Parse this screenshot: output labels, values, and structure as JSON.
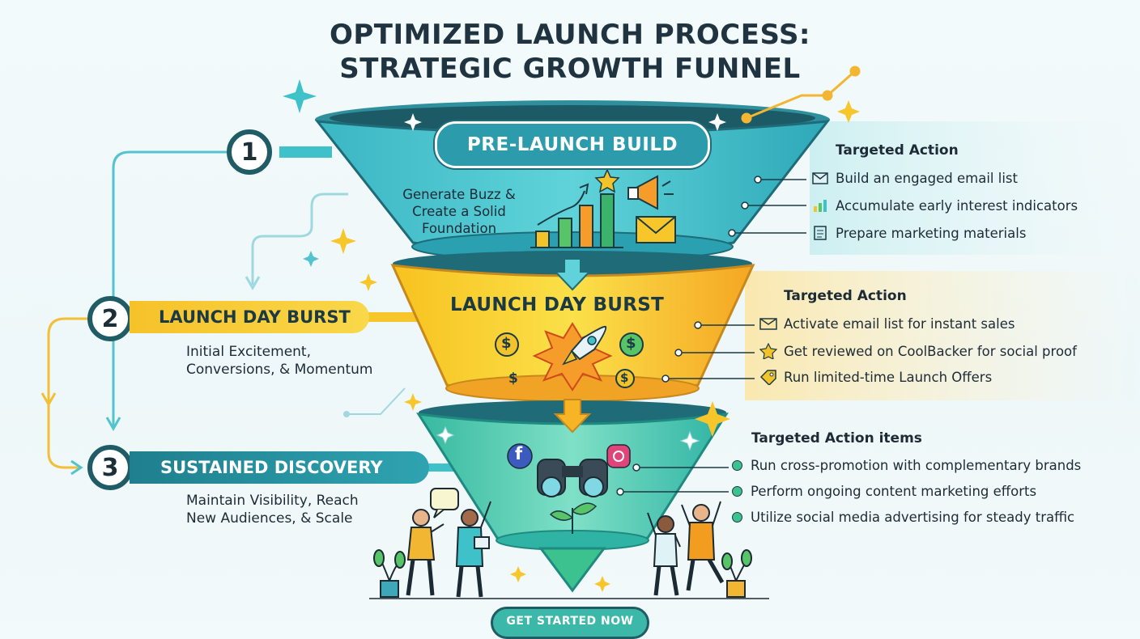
{
  "title": {
    "line1": "OPTIMIZED LAUNCH PROCESS:",
    "line2": "STRATEGIC GROWTH FUNNEL"
  },
  "stages": [
    {
      "number": "1",
      "label": "PRE-LAUNCH BUILD",
      "description": [
        "Generate Buzz &",
        "Create a Solid",
        "Foundation"
      ],
      "actions_heading": "Targeted Action",
      "actions": [
        {
          "icon": "email-icon",
          "text": "Build an engaged email list"
        },
        {
          "icon": "bar-chart-icon",
          "text": "Accumulate early interest indicators"
        },
        {
          "icon": "document-icon",
          "text": "Prepare marketing materials"
        }
      ]
    },
    {
      "number": "2",
      "label": "LAUNCH DAY BURST",
      "funnel_label": "LAUNCH DAY BURST",
      "description": [
        "Initial Excitement,",
        "Conversions, & Momentum"
      ],
      "actions_heading": "Targeted Action",
      "actions": [
        {
          "icon": "envelope-icon",
          "text": "Activate email list for instant sales"
        },
        {
          "icon": "star-icon",
          "text": "Get reviewed on CoolBacker for social proof"
        },
        {
          "icon": "tag-icon",
          "text": "Run limited-time Launch Offers"
        }
      ]
    },
    {
      "number": "3",
      "label": "SUSTAINED DISCOVERY",
      "description": [
        "Maintain Visibility, Reach",
        "New Audiences, & Scale"
      ],
      "actions_heading": "Targeted Action items",
      "actions": [
        {
          "icon": "dot-icon",
          "text": "Run cross-promotion with complementary brands"
        },
        {
          "icon": "dot-icon",
          "text": "Perform ongoing content marketing efforts"
        },
        {
          "icon": "dot-icon",
          "text": "Utilize social media advertising for steady traffic"
        }
      ]
    }
  ],
  "funnel_icons": {
    "dollar": "$",
    "facebook": "f"
  },
  "cta": {
    "label": "GET STARTED NOW"
  },
  "colors": {
    "teal": "#3fc1c9",
    "dark_teal": "#1f5c66",
    "yellow": "#f7c62a",
    "orange": "#f29d1f",
    "green": "#3cc28f"
  }
}
